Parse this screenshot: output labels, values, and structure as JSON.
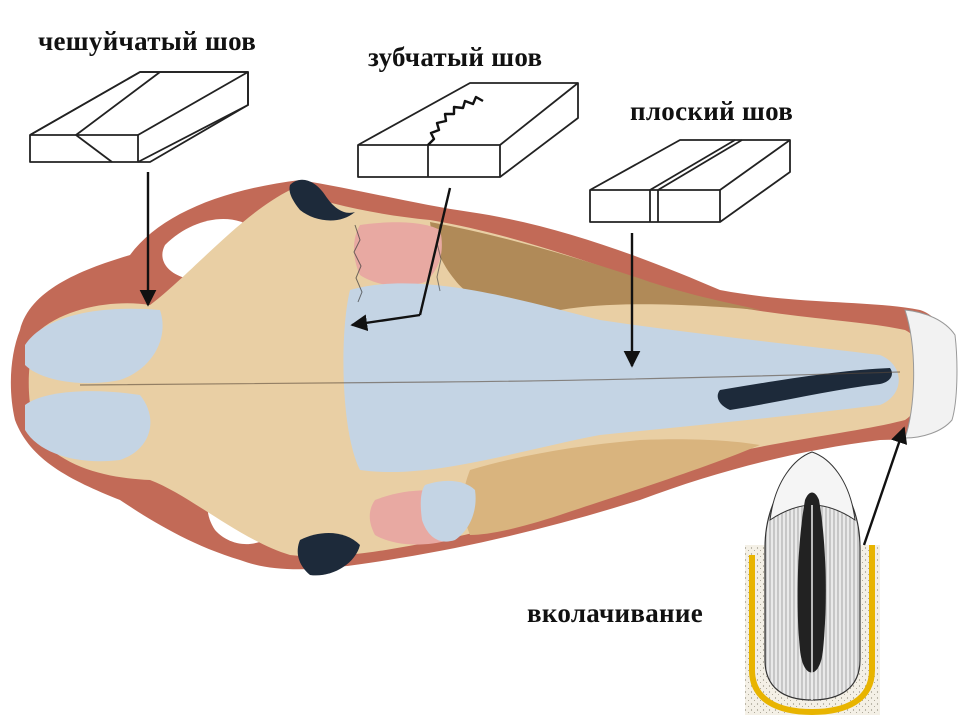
{
  "labels": {
    "squamous_suture": "чешуйчатый шов",
    "serrate_suture": "зубчатый шов",
    "plane_suture": "плоский шов",
    "gomphosis": "вколачивание"
  },
  "colors": {
    "bone_beige": "#e9cfa4",
    "bone_blue": "#c4d4e4",
    "bone_pink": "#e8a9a2",
    "bone_tan": "#d9b47e",
    "bone_brown": "#b08a58",
    "muscle_red": "#c26a57",
    "dark_shadow": "#1d2a3a",
    "tooth_socket_yellow": "#e8b400",
    "arrow": "#111111"
  }
}
